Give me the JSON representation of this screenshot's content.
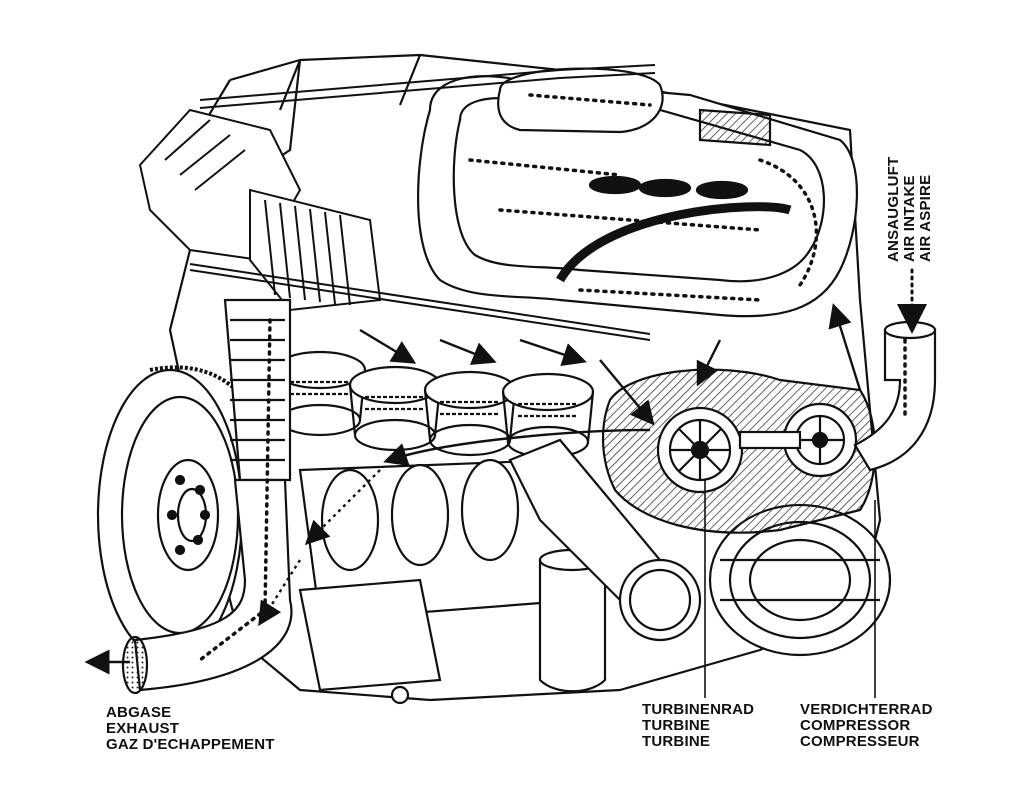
{
  "diagram": {
    "labels": {
      "exhaust": [
        "ABGASE",
        "EXHAUST",
        "GAZ D'ECHAPPEMENT"
      ],
      "turbine": [
        "TURBINENRAD",
        "TURBINE",
        "TURBINE"
      ],
      "compressor": [
        "VERDICHTERRAD",
        "COMPRESSOR",
        "COMPRESSEUR"
      ],
      "air_intake": [
        "ANSAUGLUFT",
        "AIR INTAKE",
        "AIR ASPIRE"
      ]
    },
    "colors": {
      "ink": "#111111",
      "paper": "#ffffff",
      "hatch": "#222222"
    }
  }
}
